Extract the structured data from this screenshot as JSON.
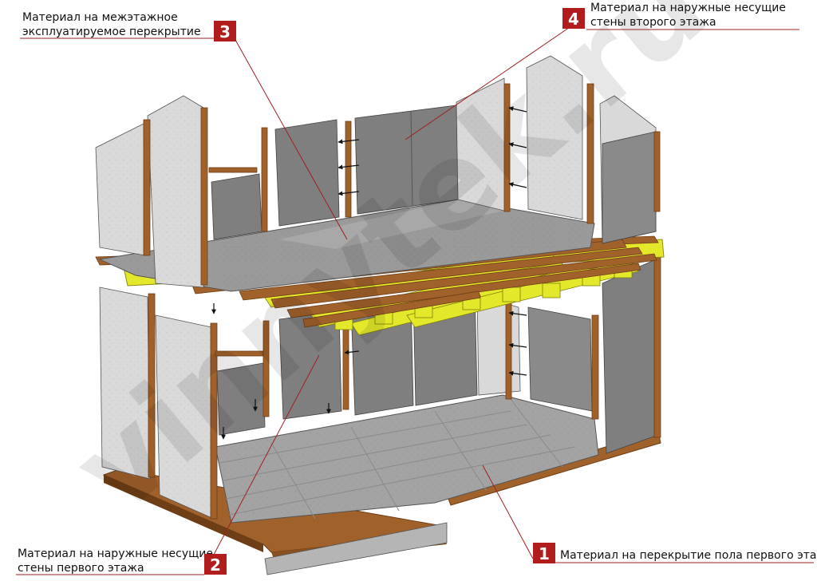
{
  "watermark": "vinnytek.ru",
  "colors": {
    "panel_light": "#d9d9d9",
    "panel_dark": "#7f7f7f",
    "floor": "#a3a3a3",
    "wood": "#a0612b",
    "wood_dark": "#6e3e16",
    "beam": "#e3e82a",
    "accent_red": "#b11d1d",
    "leader": "#a02020"
  },
  "callouts": [
    {
      "num": "1",
      "lines": [
        "Материал на перекрытие пола первого этажа"
      ]
    },
    {
      "num": "2",
      "lines": [
        "Материал на наружные несущие",
        "стены первого этажа"
      ]
    },
    {
      "num": "3",
      "lines": [
        "Материал на межэтажное",
        "эксплуатируемое перекрытие"
      ]
    },
    {
      "num": "4",
      "lines": [
        "Материал на наружные несущие",
        "стены второго этажа"
      ]
    }
  ]
}
